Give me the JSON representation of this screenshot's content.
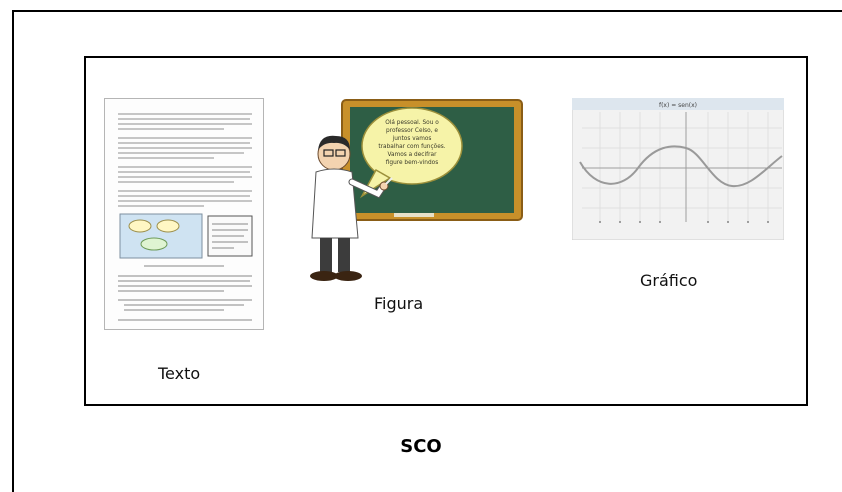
{
  "captions": {
    "texto": "Texto",
    "figura": "Figura",
    "grafico": "Gráfico"
  },
  "footer_label": "SCO",
  "speech_bubble": {
    "text_lines": [
      "Olá pessoal. Sou o",
      "professor Celso, e",
      "juntos vamos",
      "trabalhar com funções.",
      "Vamos a decifrar",
      "figure bem-vindos"
    ]
  },
  "graph": {
    "title": "f(x) = sen(x)"
  },
  "colors": {
    "board": "#2e5e45",
    "board_frame": "#c8902a",
    "bubble": "#f6f3a8",
    "curve": "#9a9a9a"
  }
}
